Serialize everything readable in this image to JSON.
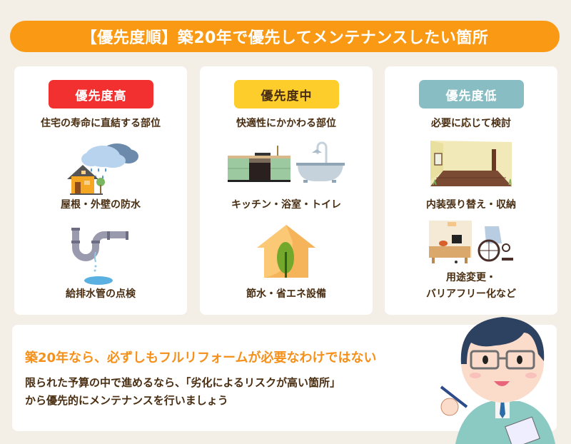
{
  "title": "【優先度順】築20年で優先してメンテナンスしたい箇所",
  "colors": {
    "background": "#f3efe6",
    "title_bar": "#fa9914",
    "priority_high": "#f23030",
    "priority_mid": "#fdcd2c",
    "priority_low": "#88bec3",
    "text": "#4a2e12",
    "headline": "#f5901a"
  },
  "cards": [
    {
      "badge": "優先度高",
      "subtitle": "住宅の寿命に直結する部位",
      "items": [
        {
          "icon": "house-rain-icon",
          "label": "屋根・外壁の防水"
        },
        {
          "icon": "leaking-pipe-icon",
          "label": "給排水管の点検"
        }
      ]
    },
    {
      "badge": "優先度中",
      "subtitle": "快適性にかかわる部位",
      "items": [
        {
          "icon": "kitchen-bath-icon",
          "label": "キッチン・浴室・トイレ"
        },
        {
          "icon": "eco-house-icon",
          "label": "節水・省エネ設備"
        }
      ]
    },
    {
      "badge": "優先度低",
      "subtitle": "必要に応じて検討",
      "items": [
        {
          "icon": "interior-room-icon",
          "label": "内装張り替え・収納"
        },
        {
          "icon": "office-wheelchair-icon",
          "label_line1": "用途変更・",
          "label_line2": "バリアフリー化など"
        }
      ]
    }
  ],
  "summary": {
    "headline": "築20年なら、必ずしもフルリフォームが必要なわけではない",
    "body_line1": "限られた予算の中で進めるなら、「劣化によるリスクが高い箇所」",
    "body_line2": "から優先的にメンテナンスを行いましょう"
  },
  "character": {
    "icon": "advisor-character-icon"
  }
}
